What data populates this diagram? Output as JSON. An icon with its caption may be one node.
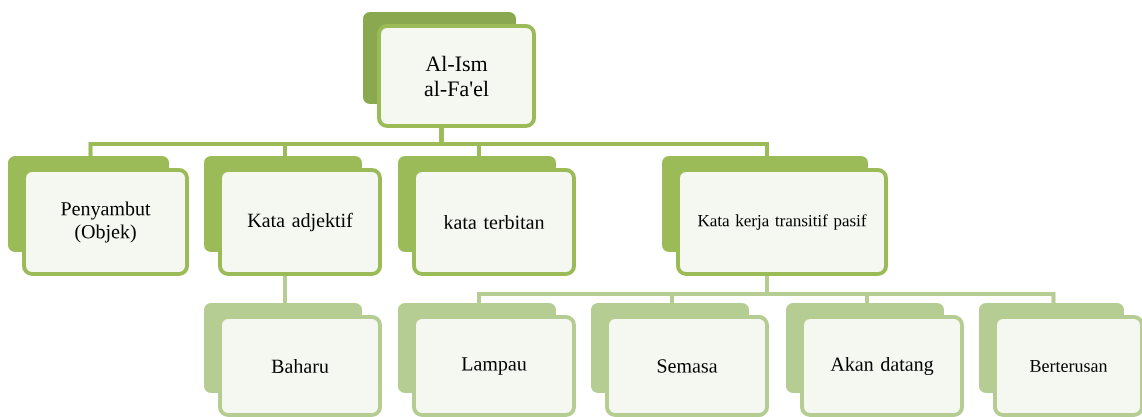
{
  "diagram": {
    "nodes": [
      {
        "text": [
          "Al-Ism al-Fa'el"
        ]
      },
      {
        "text": [
          "Penyambut (Objek)"
        ]
      },
      {
        "text": [
          "Kata adjektif"
        ]
      },
      {
        "text": [
          "kata terbitan"
        ]
      },
      {
        "text": [
          "Kata kerja transitif pasif"
        ]
      },
      {
        "text": [
          "Baharu"
        ]
      },
      {
        "text": [
          "Lampau"
        ]
      },
      {
        "text": [
          "Semasa"
        ]
      },
      {
        "text": [
          "Akan datang"
        ]
      },
      {
        "text": [
          "Berterusan"
        ]
      }
    ],
    "edges": [
      {
        "from": 0,
        "to": 1,
        "arrow": "none",
        "color": "#9bbb59"
      },
      {
        "from": 0,
        "to": 2,
        "arrow": "none",
        "color": "#9bbb59"
      },
      {
        "from": 0,
        "to": 3,
        "arrow": "none",
        "color": "#9bbb59"
      },
      {
        "from": 0,
        "to": 4,
        "arrow": "none",
        "color": "#9bbb59"
      },
      {
        "from": 2,
        "to": 5,
        "arrow": "none"
      },
      {
        "from": 4,
        "to": 6,
        "arrow": "none"
      },
      {
        "from": 4,
        "to": 7,
        "arrow": "none"
      },
      {
        "from": 4,
        "to": 8,
        "arrow": "none"
      },
      {
        "from": 4,
        "to": 9,
        "arrow": "none"
      }
    ]
  }
}
